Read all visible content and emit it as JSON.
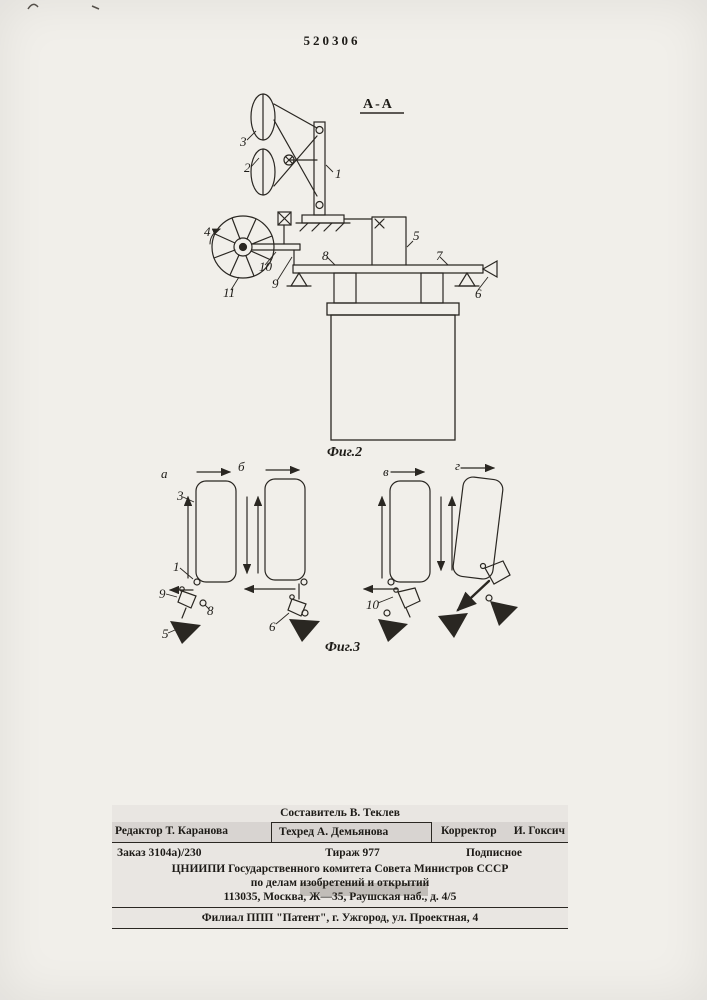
{
  "page": {
    "patent_number": "520306"
  },
  "fig2": {
    "section_label": "А-А",
    "caption": "Фиг.2",
    "labels": {
      "n1": "1",
      "n2": "2",
      "n3": "3",
      "n4": "4",
      "n5": "5",
      "n6": "6",
      "n7": "7",
      "n8": "8",
      "n9": "9",
      "n10": "10",
      "n11": "11"
    }
  },
  "fig3": {
    "caption": "Фиг.3",
    "panels": {
      "a": "а",
      "b": "б",
      "v": "в",
      "g": "г"
    },
    "labels": {
      "n1": "1",
      "n3": "3",
      "n5": "5",
      "n6": "6",
      "n8": "8",
      "n9": "9",
      "n10": "10"
    }
  },
  "footer": {
    "compiler": "Составитель В. Теклев",
    "editor": "Редактор Т. Каранова",
    "techred": "Техред А. Демьянова",
    "corrector_label": "Корректор",
    "corrector_name": "И. Гоксич",
    "order": "Заказ 3104а)/230",
    "print_run": "Тираж 977",
    "subscription": "Подписное",
    "org_line1": "ЦНИИПИ Государственного комитета Совета Министров СССР",
    "org_line2": "по делам изобретений и открытий",
    "org_address": "113035, Москва, Ж—35, Раушская наб., д. 4/5",
    "branch": "Филиал ППП \"Патент\", г. Ужгород, ул. Проектная, 4"
  }
}
